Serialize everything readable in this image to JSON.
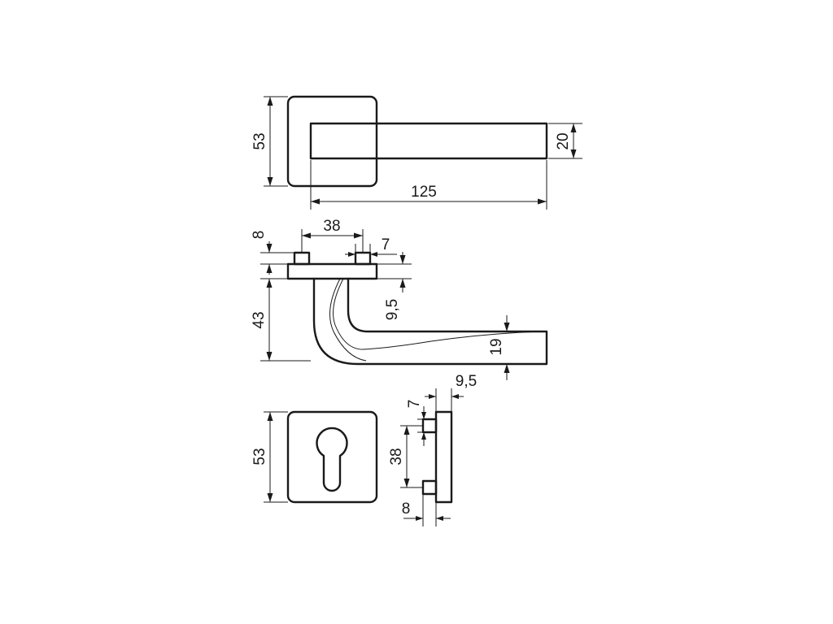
{
  "views": {
    "lever_top": {
      "rose_height": "53",
      "lever_width": "20",
      "lever_length": "125"
    },
    "lever_side": {
      "pin_height": "8",
      "pin_spacing": "38",
      "pin_width": "7",
      "neck_height": "9,5",
      "total_height": "43",
      "grip_thickness": "19"
    },
    "key_rose_front": {
      "rose_height": "53"
    },
    "key_rose_side": {
      "pin_width": "7",
      "plate_thickness": "9,5",
      "pin_spacing": "38",
      "pin_height": "8"
    }
  }
}
